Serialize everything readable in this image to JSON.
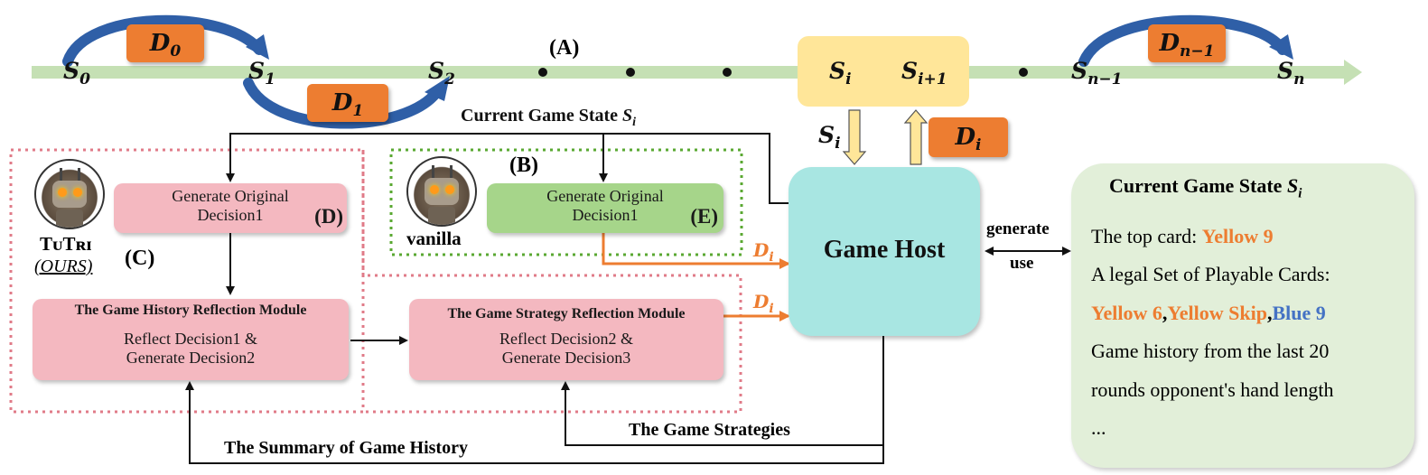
{
  "timeline": {
    "label_A": "(A)",
    "states": [
      {
        "base": "S",
        "sub": "0"
      },
      {
        "base": "S",
        "sub": "1"
      },
      {
        "base": "S",
        "sub": "2"
      },
      {
        "base": "S",
        "sub": "i"
      },
      {
        "base": "S",
        "sub": "i+1"
      },
      {
        "base": "S",
        "sub": "n−1"
      },
      {
        "base": "S",
        "sub": "n"
      }
    ],
    "decisions": [
      {
        "base": "D",
        "sub": "0"
      },
      {
        "base": "D",
        "sub": "1"
      },
      {
        "base": "D",
        "sub": "n−1"
      }
    ]
  },
  "host_links": {
    "state_down": {
      "base": "S",
      "sub": "i"
    },
    "decision_up": {
      "base": "D",
      "sub": "i"
    },
    "current_state_label": "Current Game State ",
    "current_state_sym": "S",
    "current_state_sub": "i"
  },
  "tutri": {
    "label_C": "(C)",
    "robot_name": "TᴜTʀɪ",
    "robot_note": "(OURS)",
    "generate_box": {
      "line1": "Generate Original",
      "line2": "Decision1",
      "tag": "(D)"
    },
    "history_module": {
      "title": "The Game History Reflection Module",
      "line1": "Reflect Decision1 &",
      "line2": "Generate Decision2"
    },
    "strategy_module": {
      "title": "The Game Strategy  Reflection Module",
      "line1": "Reflect Decision2 &",
      "line2": "Generate Decision3"
    },
    "out_label": {
      "base": "D",
      "sub": "i"
    }
  },
  "vanilla": {
    "label_B": "(B)",
    "robot_name": "vanilla",
    "generate_box": {
      "line1": "Generate Original",
      "line2": "Decision1",
      "tag": "(E)"
    },
    "out_label": {
      "base": "D",
      "sub": "i"
    }
  },
  "game_host": {
    "label": "Game Host",
    "generate": "generate",
    "use": "use",
    "strategies_label": "The Game Strategies",
    "summary_label": "The Summary of Game History"
  },
  "state_panel": {
    "title": "Current Game State ",
    "title_sym": "S",
    "title_sub": "i",
    "top_card_prefix": "The top card: ",
    "top_card": "Yellow 9",
    "legal_set_label": "A legal Set of Playable Cards:",
    "card1": "Yellow 6",
    "sep1": ",",
    "card2": "Yellow Skip",
    "sep2": ",",
    "card3": "Blue 9",
    "history_line1": "Game history from the last 20",
    "history_line2": "rounds  opponent's hand length",
    "ellipsis": "..."
  },
  "colors": {
    "timeline_green": "#c5e0b4",
    "orange": "#ed7d31",
    "blue_arrow": "#2f5fa7",
    "yellow_highlight": "#ffe699",
    "pink_box": "#f4b8c0",
    "green_box": "#a6d58a",
    "host_cyan": "#a8e6e2",
    "panel_green": "#e2efd9",
    "card_yellow_text": "#ed7d31",
    "card_blue_text": "#4472c4"
  }
}
